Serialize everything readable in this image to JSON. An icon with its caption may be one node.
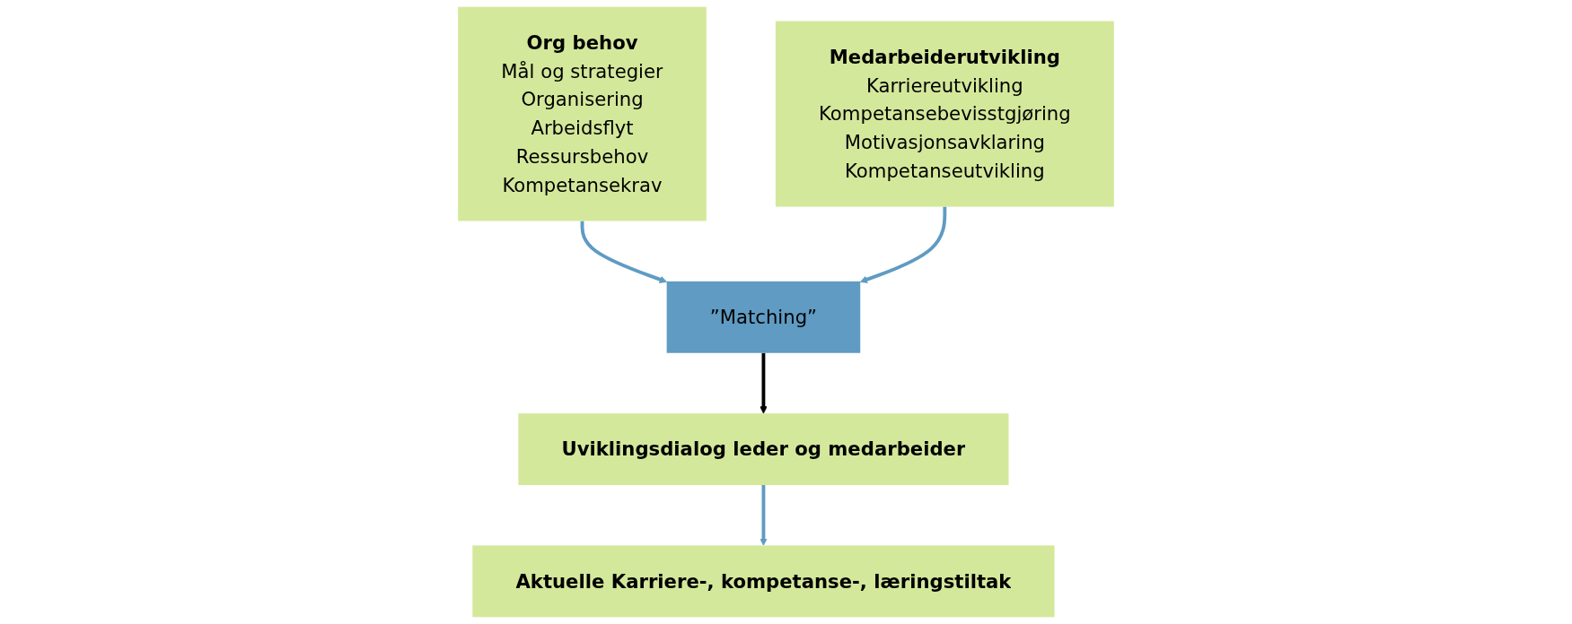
{
  "diagram": {
    "nodes": [
      {
        "text": [
          "Org behov",
          "Mål og strategier",
          "Organisering",
          "Arbeidsflyt",
          "Ressursbehov",
          "Kompetansekrav"
        ]
      },
      {
        "text": [
          "”Matching”"
        ]
      },
      {
        "text": [
          "Medarbeiderutvikling",
          "Karriereutvikling",
          "Kompetansebevisstgjøring",
          "Motivasjonsavklaring",
          "Kompetanseutvikling"
        ]
      },
      {
        "text": [
          "Uviklingsdialog leder og medarbeider"
        ]
      },
      {
        "text": [
          "Aktuelle Karriere-, kompetanse-, læringstiltak"
        ]
      }
    ],
    "edges": [
      {
        "from": 0,
        "to": 1,
        "arrow": "to"
      },
      {
        "from": 2,
        "to": 1,
        "arrow": "to"
      },
      {
        "from": 1,
        "to": 3,
        "arrow": "to",
        "color": "#000000"
      },
      {
        "from": 3,
        "to": 4,
        "arrow": "to"
      }
    ]
  }
}
